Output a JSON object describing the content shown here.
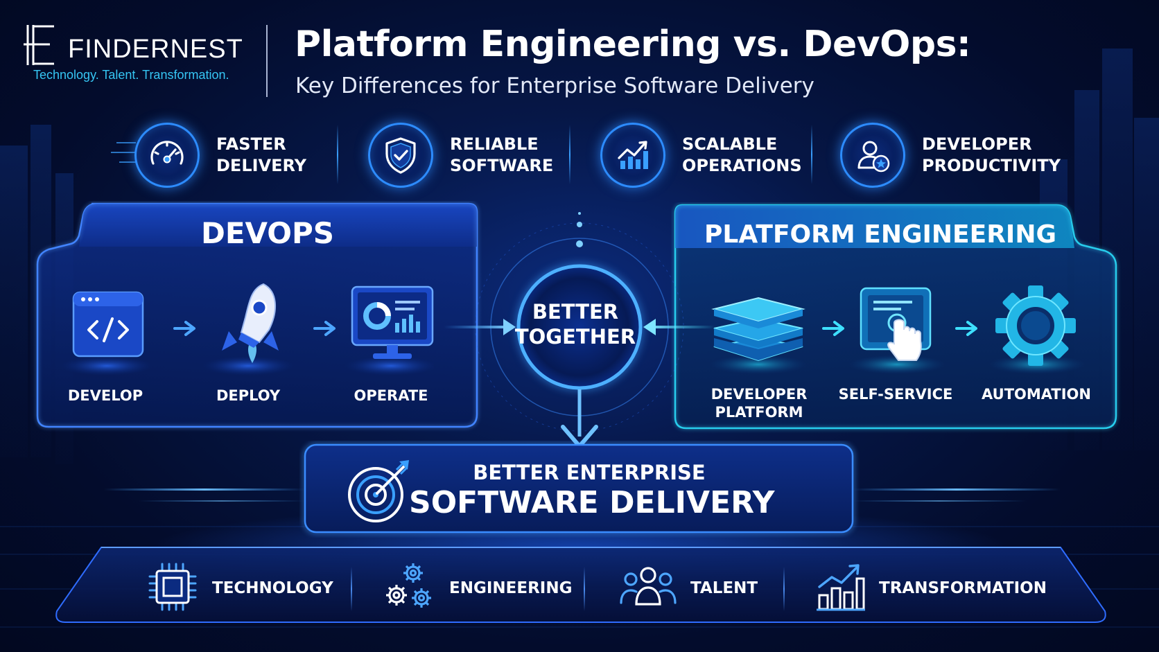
{
  "brand": {
    "name": "FINDERNEST",
    "tagline": "Technology. Talent. Transformation."
  },
  "header": {
    "title": "Platform Engineering vs. DevOps:",
    "subtitle": "Key Differences for Enterprise Software Delivery"
  },
  "benefits": [
    {
      "icon": "speedometer-icon",
      "line1": "FASTER",
      "line2": "DELIVERY"
    },
    {
      "icon": "shield-check-icon",
      "line1": "RELIABLE",
      "line2": "SOFTWARE"
    },
    {
      "icon": "growth-chart-icon",
      "line1": "SCALABLE",
      "line2": "OPERATIONS"
    },
    {
      "icon": "user-star-icon",
      "line1": "DEVELOPER",
      "line2": "PRODUCTIVITY"
    }
  ],
  "devops": {
    "title": "DEVOPS",
    "steps": [
      {
        "icon": "code-window-icon",
        "label": "DEVELOP"
      },
      {
        "icon": "rocket-icon",
        "label": "DEPLOY"
      },
      {
        "icon": "monitor-dashboard-icon",
        "label": "OPERATE"
      }
    ]
  },
  "platform": {
    "title": "PLATFORM ENGINEERING",
    "steps": [
      {
        "icon": "layers-stack-icon",
        "line1": "DEVELOPER",
        "line2": "PLATFORM"
      },
      {
        "icon": "touch-screen-icon",
        "line1": "SELF-SERVICE",
        "line2": ""
      },
      {
        "icon": "gear-icon",
        "line1": "AUTOMATION",
        "line2": ""
      }
    ]
  },
  "center": {
    "line1": "BETTER",
    "line2": "TOGETHER"
  },
  "result": {
    "icon": "target-arrow-icon",
    "line1": "BETTER ENTERPRISE",
    "line2": "SOFTWARE DELIVERY"
  },
  "pillars": [
    {
      "icon": "chip-icon",
      "label": "TECHNOLOGY"
    },
    {
      "icon": "gears-icon",
      "label": "ENGINEERING"
    },
    {
      "icon": "people-icon",
      "label": "TALENT"
    },
    {
      "icon": "growth-bars-icon",
      "label": "TRANSFORMATION"
    }
  ],
  "colors": {
    "background": "#030a24",
    "devops_accent": "#2d6cff",
    "platform_accent": "#18c6e6",
    "glow": "#3aa0ff",
    "tagline": "#36c6f4"
  }
}
